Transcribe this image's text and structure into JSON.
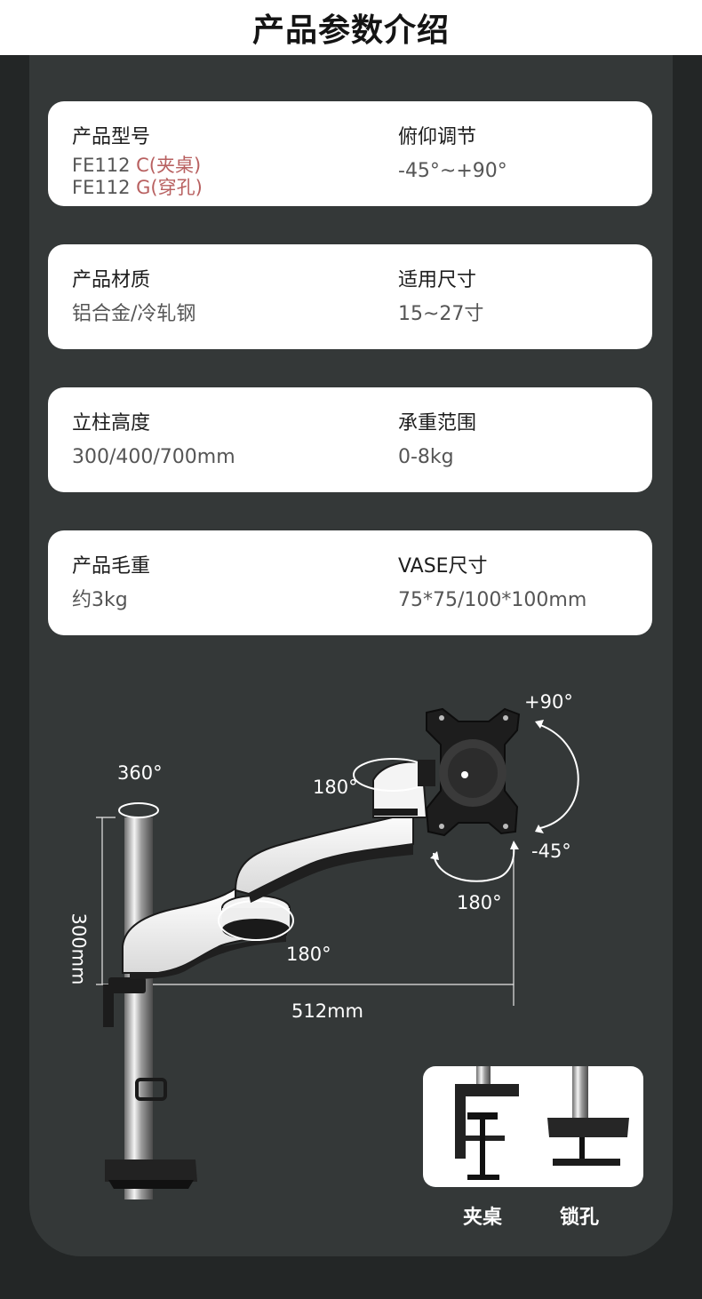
{
  "header": {
    "title": "产品参数介绍"
  },
  "specs": [
    {
      "left": {
        "label": "产品型号",
        "lines": [
          {
            "code": "FE112 ",
            "suffix": "C(夹桌)"
          },
          {
            "code": "FE112 ",
            "suffix": "G(穿孔)"
          }
        ]
      },
      "right": {
        "label": "俯仰调节",
        "value": "-45°~+90°"
      }
    },
    {
      "left": {
        "label": "产品材质",
        "value": "铝合金/冷轧钢"
      },
      "right": {
        "label": "适用尺寸",
        "value": "15~27寸"
      }
    },
    {
      "left": {
        "label": "立柱高度",
        "value": "300/400/700mm"
      },
      "right": {
        "label": "承重范围",
        "value": "0-8kg"
      }
    },
    {
      "left": {
        "label": "产品毛重",
        "value": "约3kg"
      },
      "right": {
        "label": "VASE尺寸",
        "value": "75*75/100*100mm"
      }
    }
  ],
  "diagram": {
    "rotation_pole": "360°",
    "rotation_top_joint": "180°",
    "rotation_mid_joint": "180°",
    "rotation_head": "180°",
    "tilt_up": "+90°",
    "tilt_down": "-45°",
    "height_dimension": "300mm",
    "reach_dimension": "512mm"
  },
  "mounts": {
    "clamp_label": "夹桌",
    "grommet_label": "锁孔"
  },
  "colors": {
    "page_bg": "#232626",
    "panel_bg": "#343838",
    "card_bg": "#ffffff",
    "accent_suffix": "#b86060"
  }
}
